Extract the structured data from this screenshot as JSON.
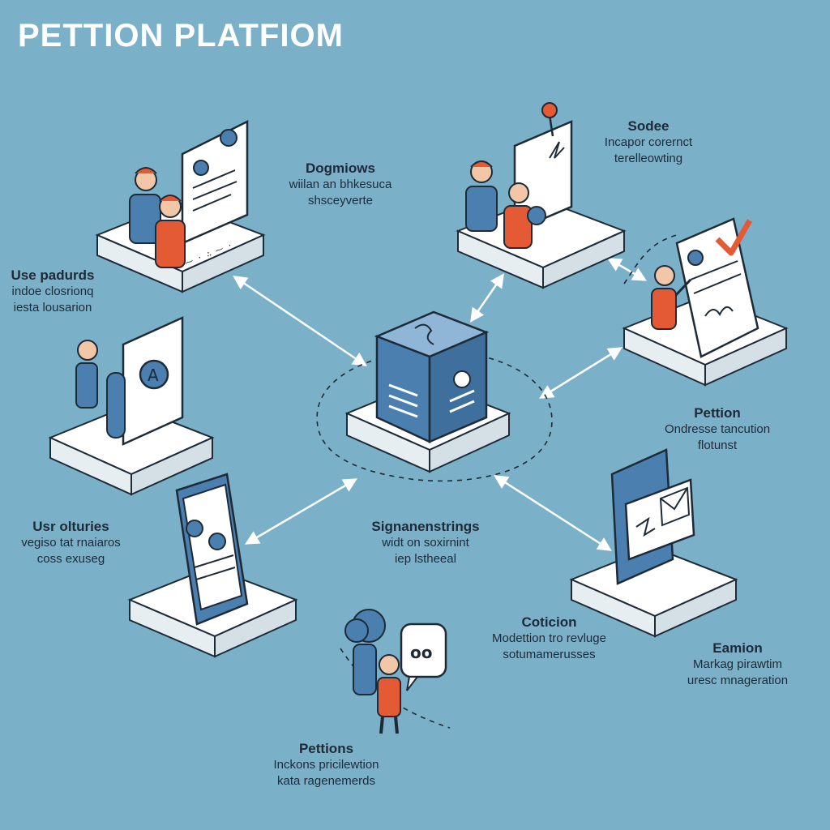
{
  "title": "PETTION PLATFIOM",
  "colors": {
    "background": "#7ab0c8",
    "accent": "#e35a35",
    "primary_blue": "#4a7fb0",
    "dark_navy": "#1e2a36",
    "platform_white": "#ffffff"
  },
  "labels": [
    {
      "id": "dogmiows",
      "heading": "Dogmiows",
      "lines": [
        "wiilan an bhkesuca",
        "shsceyverte"
      ]
    },
    {
      "id": "sodee",
      "heading": "Sodee",
      "lines": [
        "Incapor corernct",
        "terelleowting"
      ]
    },
    {
      "id": "use-padurds",
      "heading": "Use padurds",
      "lines": [
        "indoe closrionq",
        "iesta lousarion"
      ]
    },
    {
      "id": "pettion",
      "heading": "Pettion",
      "lines": [
        "Ondresse tancution",
        "flotunst"
      ]
    },
    {
      "id": "usr-olturies",
      "heading": "Usr olturies",
      "lines": [
        "vegiso tat rnaiaros",
        "coss exuseg"
      ]
    },
    {
      "id": "signanenstrings",
      "heading": "Signanenstrings",
      "lines": [
        "widt on soxirnint",
        "iep lstheeal"
      ]
    },
    {
      "id": "coticion",
      "heading": "Coticion",
      "lines": [
        "Modettion tro revluge",
        "sotumamerusses"
      ]
    },
    {
      "id": "eamion",
      "heading": "Eamion",
      "lines": [
        "Markag pirawtim",
        "uresc mnageration"
      ]
    },
    {
      "id": "pettions",
      "heading": "Pettions",
      "lines": [
        "Inckons pricilewtion",
        "kata ragenemerds"
      ]
    }
  ],
  "nodes": [
    {
      "id": "profile-card-node",
      "icon": "profile-document-icon"
    },
    {
      "id": "signature-group-node",
      "icon": "signed-document-icon"
    },
    {
      "id": "checkmark-petition-node",
      "icon": "checkmark-document-icon"
    },
    {
      "id": "kiosk-node",
      "icon": "kiosk-screen-icon"
    },
    {
      "id": "central-server-node",
      "icon": "server-cube-icon"
    },
    {
      "id": "tablet-node",
      "icon": "tablet-profiles-icon"
    },
    {
      "id": "mobile-mail-node",
      "icon": "mail-phone-icon"
    },
    {
      "id": "discussion-node",
      "icon": "chat-bubble-icon"
    }
  ]
}
